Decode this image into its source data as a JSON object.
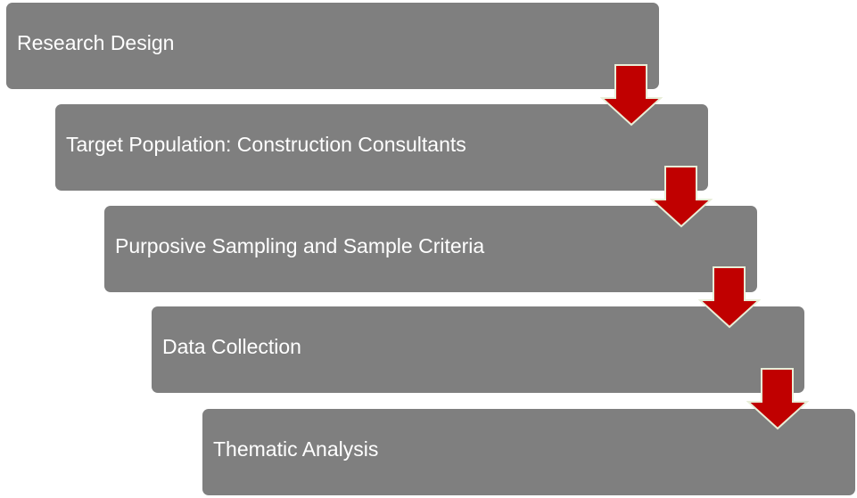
{
  "steps": [
    {
      "label": "Research Design"
    },
    {
      "label": "Target Population: Construction Consultants"
    },
    {
      "label": "Purposive Sampling and Sample Criteria"
    },
    {
      "label": "Data Collection"
    },
    {
      "label": "Thematic Analysis"
    }
  ],
  "colors": {
    "box": "#7f7f7f",
    "arrow": "#c00000",
    "text": "#ffffff"
  }
}
